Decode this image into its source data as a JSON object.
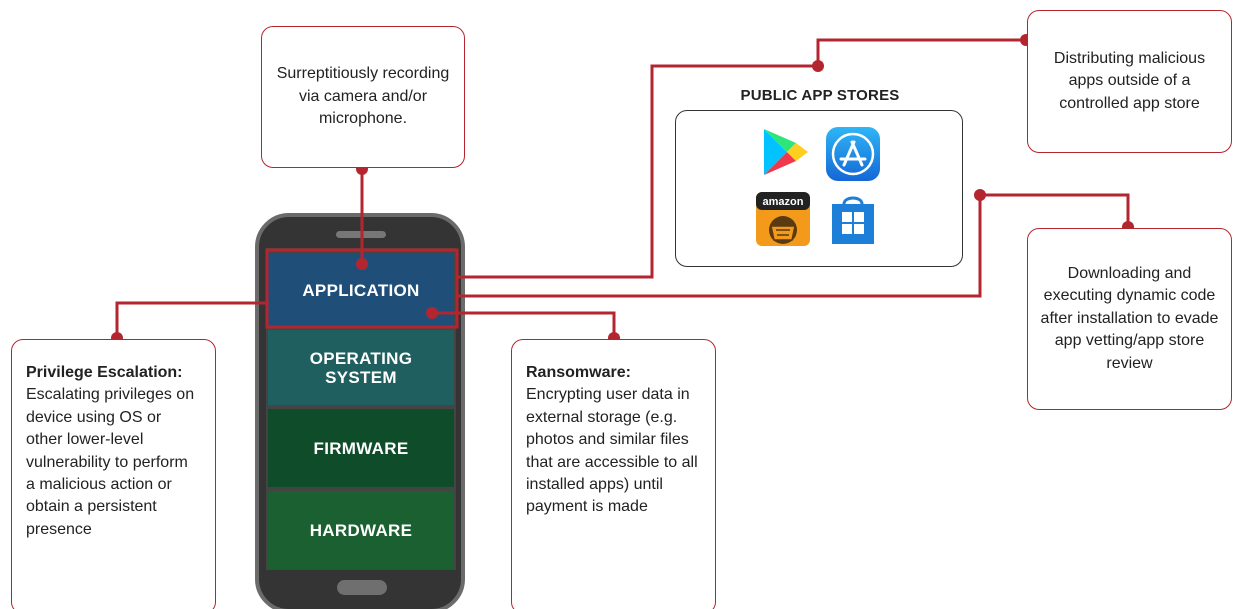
{
  "callouts": {
    "recording": "Surreptitiously recording via camera and/or microphone.",
    "distributing": "Distributing malicious apps outside of a controlled app store",
    "downloading": "Downloading and executing dynamic code after installation to evade app vetting/app store review",
    "privilege_title": "Privilege Escalation:",
    "privilege_body": "Escalating privileges on device using OS or other lower-level vulnerability to perform a malicious action or obtain a persistent presence",
    "ransomware_title": "Ransomware:",
    "ransomware_body": "Encrypting user data in external storage (e.g. photos and similar files that are accessible to all installed apps) until payment is made"
  },
  "stores": {
    "title": "PUBLIC APP STORES",
    "icons": [
      "google-play-icon",
      "apple-app-store-icon",
      "amazon-appstore-icon",
      "windows-store-icon"
    ],
    "amazon_wordmark": "amazon"
  },
  "phone": {
    "layers": [
      {
        "label": "APPLICATION",
        "color": "#1f4e79"
      },
      {
        "label": "OPERATING SYSTEM",
        "color": "#1f5f5f"
      },
      {
        "label": "FIRMWARE",
        "color": "#0f4d2a"
      },
      {
        "label": "HARDWARE",
        "color": "#1a6030"
      }
    ]
  },
  "colors": {
    "accent": "#b3262f",
    "phone_body": "#333333",
    "phone_bezel": "#555555"
  }
}
